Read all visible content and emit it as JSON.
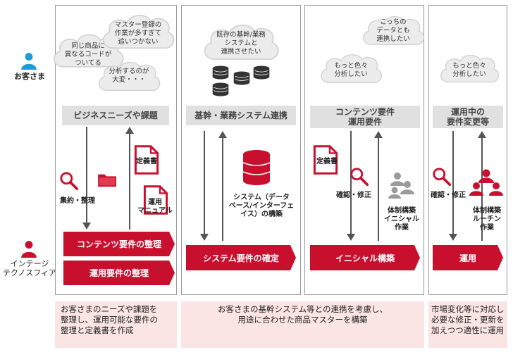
{
  "roles": {
    "customer": "お客さま",
    "company": "インテージ\nテクノスフィア"
  },
  "col1": {
    "cloud_a": "同じ商品に\n異なるコードが\nついてる",
    "cloud_b": "マスター登録の\n作業が多すぎて\n追いつかない",
    "cloud_c": "分析するのが\n大変・・・",
    "gray": "ビジネスニーズや課題",
    "action": "集約・整理",
    "doc1": "定義書",
    "doc2": "運用\nマニュアル",
    "red1": "コンテンツ要件の整理",
    "red2": "運用要件の整理",
    "desc": "お客さまのニーズや課題を\n整理し、運用可能な要件の\n整理と定義書を作成"
  },
  "col2": {
    "cloud": "既存の基幹/業務\nシステムと\n連携させたい",
    "gray": "基幹・業務システム連携",
    "label": "システム（データ\nベース/インターフェ\nイス）の構築",
    "red": "システム要件の確定"
  },
  "col23_desc": "お客さまの基幹システム等との連携を考慮し、\n用途に合わせた商品マスターを構築",
  "col3": {
    "cloud_a": "もっと色々\n分析したい",
    "cloud_b": "こっちの\nデータとも\n連携したい",
    "gray": "コンテンツ要件\n運用要件",
    "doc": "定義書",
    "action": "確認・修正",
    "team": "体制構築\nイニシャル\n作業",
    "red": "イニシャル構築"
  },
  "col4": {
    "cloud": "もっと色々\n分析したい",
    "gray": "運用中の\n要件変更等",
    "action": "確認・修正",
    "team": "体制構築\nルーチン\n作業",
    "red": "運用",
    "desc": "市場変化等に対応し\n必要な修正・更新を\n加えつつ適性に運用"
  },
  "colors": {
    "red": "#c8102e",
    "blue": "#1e9bd7",
    "gray_bar": "#e0e0e0",
    "pink": "#fbe4e4"
  }
}
